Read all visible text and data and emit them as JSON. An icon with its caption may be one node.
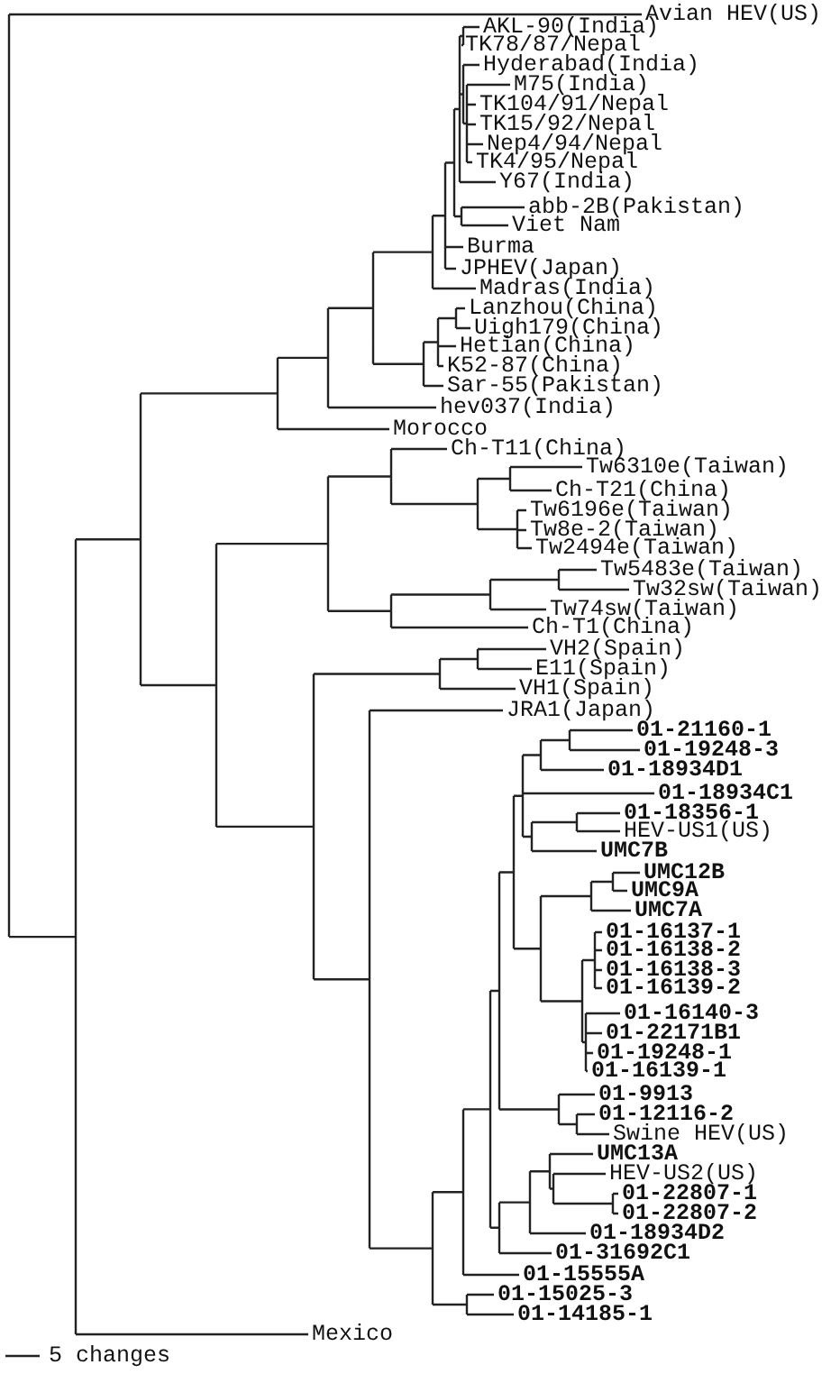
{
  "diagram": {
    "labels": [
      "Avian HEV(US)",
      "AKL-90(India)",
      "TK78/87/Nepal",
      "Hyderabad(India)",
      "M75(India)",
      "TK104/91/Nepal",
      "TK15/92/Nepal",
      "Nep4/94/Nepal",
      "TK4/95/Nepal",
      "Y67(India)",
      "abb-2B(Pakistan)",
      "Viet Nam",
      "Burma",
      "JPHEV(Japan)",
      "Madras(India)",
      "Lanzhou(China)",
      "Uigh179(China)",
      "Hetian(China)",
      "K52-87(China)",
      "Sar-55(Pakistan)",
      "hev037(India)",
      "Morocco",
      "Ch-T11(China)",
      "Tw6310e(Taiwan)",
      "Ch-T21(China)",
      "Tw6196e(Taiwan)",
      "Tw8e-2(Taiwan)",
      "Tw2494e(Taiwan)",
      "Tw5483e(Taiwan)",
      "Tw32sw(Taiwan)",
      "Tw74sw(Taiwan)",
      "Ch-T1(China)",
      "VH2(Spain)",
      "E11(Spain)",
      "VH1(Spain)",
      "JRA1(Japan)",
      "01-21160-1",
      "01-19248-3",
      "01-18934D1",
      "01-18934C1",
      "01-18356-1",
      "HEV-US1(US)",
      "UMC7B",
      "UMC12B",
      "UMC9A",
      "UMC7A",
      "01-16137-1",
      "01-16138-2",
      "01-16138-3",
      "01-16139-2",
      "01-16140-3",
      "01-22171B1",
      "01-19248-1",
      "01-16139-1",
      "01-9913",
      "01-12116-2",
      "Swine HEV(US)",
      "UMC13A",
      "HEV-US2(US)",
      "01-22807-1",
      "01-22807-2",
      "01-18934D2",
      "01-31692C1",
      "01-15555A",
      "01-15025-3",
      "01-14185-1",
      "Mexico",
      "5 changes"
    ]
  }
}
